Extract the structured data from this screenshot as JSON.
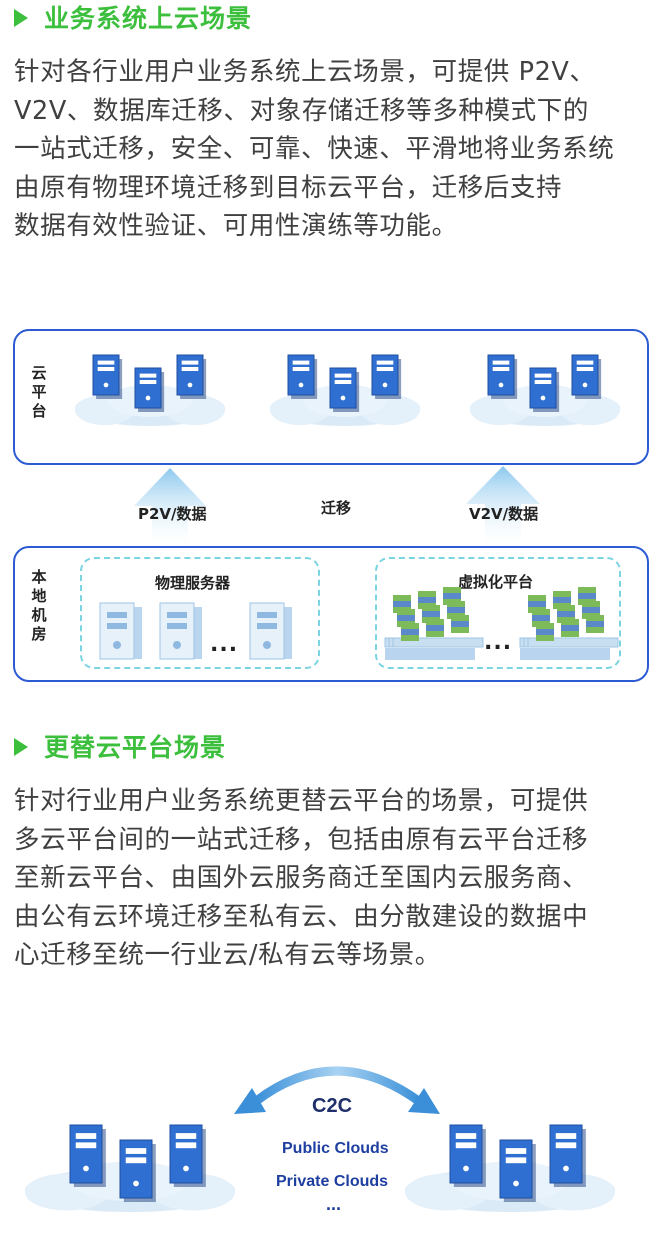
{
  "section1": {
    "title": "业务系统上云场景",
    "lines": [
      "针对各行业用户业务系统上云场景，可提供 P2V、",
      "V2V、数据库迁移、对象存储迁移等多种模式下的",
      "一站式迁移，安全、可靠、快速、平滑地将业务系统",
      "由原有物理环境迁移到目标云平台，迁移后支持",
      "数据有效性验证、可用性演练等功能。"
    ]
  },
  "diagram1": {
    "cloud_platform_label": "云平台",
    "migrate_label": "迁移",
    "p2v_label": "P2V/数据",
    "v2v_label": "V2V/数据",
    "local_room_label": "本地机房",
    "physical_servers_label": "物理服务器",
    "virtual_platform_label": "虚拟化平台",
    "ellipsis": "...",
    "colors": {
      "border": "#2c5bd4",
      "arrow": "#a8d4f0",
      "dashed": "#7ad4e2",
      "server": "#2f6fd1"
    }
  },
  "section2": {
    "title": "更替云平台场景",
    "lines": [
      "针对行业用户业务系统更替云平台的场景，可提供",
      "多云平台间的一站式迁移，包括由原有云平台迁移",
      "至新云平台、由国外云服务商迁至国内云服务商、",
      "由公有云环境迁移至私有云、由分散建设的数据中",
      "心迁移至统一行业云/私有云等场景。"
    ]
  },
  "diagram2": {
    "title": "C2C",
    "line1": "Public Clouds",
    "line2": "Private Clouds",
    "line3": "..."
  }
}
